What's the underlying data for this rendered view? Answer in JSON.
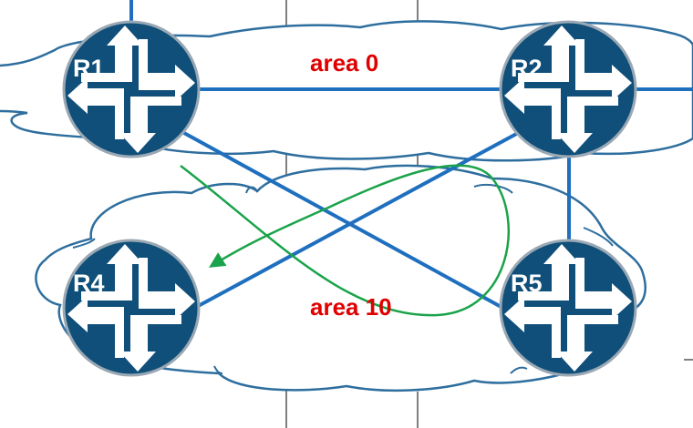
{
  "diagram": {
    "areas": [
      {
        "id": "area0",
        "label": "area 0"
      },
      {
        "id": "area10",
        "label": "area 10"
      }
    ],
    "routers": [
      {
        "id": "R1",
        "label": "R1"
      },
      {
        "id": "R2",
        "label": "R2"
      },
      {
        "id": "R4",
        "label": "R4"
      },
      {
        "id": "R5",
        "label": "R5"
      }
    ],
    "links": [
      {
        "from": "R1",
        "to": "R2"
      },
      {
        "from": "R1",
        "to": "R5"
      },
      {
        "from": "R2",
        "to": "R4"
      },
      {
        "from": "R2",
        "to": "R5"
      }
    ],
    "path_arrow": {
      "color": "#1aa34a",
      "ends_near": "R4"
    },
    "colors": {
      "router_fill": "#0f4f7a",
      "link": "#1f6fbf",
      "cloud_stroke": "#2e6e9e",
      "area_label": "#e00000",
      "divider": "#000000"
    }
  }
}
